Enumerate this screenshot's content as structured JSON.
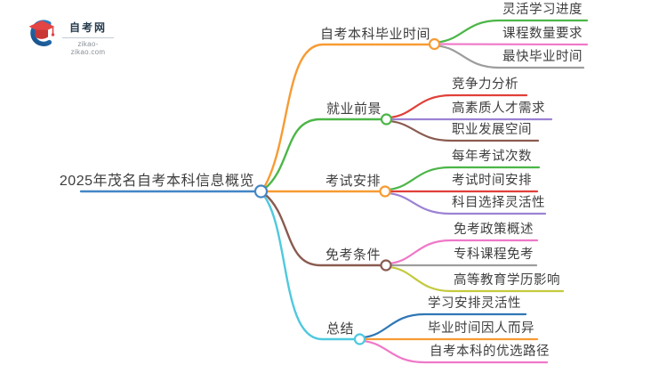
{
  "logo": {
    "site_name": "自考网",
    "site_url": "zikao-zikao.com"
  },
  "palette": {
    "text": "#3e3e3e",
    "background": "#ffffff",
    "logo_blue_dark": "#174f88",
    "logo_blue_light": "#2b7abf",
    "logo_red": "#e34444",
    "logo_red_dark": "#c93636",
    "logo_text": "#24394b",
    "logo_url_text": "#8a9096"
  },
  "mindmap": {
    "center": {
      "label": "2025年茂名自考本科信息概览",
      "color": "#4486c6"
    },
    "branches": [
      {
        "label": "自考本科毕业时间",
        "color": "#f79b33",
        "children": [
          {
            "label": "灵活学习进度",
            "color": "#4cb648"
          },
          {
            "label": "课程数量要求",
            "color": "#ef78c8"
          },
          {
            "label": "最快毕业时间",
            "color": "#9d9d9d"
          }
        ]
      },
      {
        "label": "就业前景",
        "color": "#4cb648",
        "children": [
          {
            "label": "竞争力分析",
            "color": "#e04038"
          },
          {
            "label": "高素质人才需求",
            "color": "#9c82d4"
          },
          {
            "label": "职业发展空间",
            "color": "#8a5b50"
          }
        ]
      },
      {
        "label": "考试安排",
        "color": "#f79b33",
        "children": [
          {
            "label": "每年考试次数",
            "color": "#4cb648"
          },
          {
            "label": "考试时间安排",
            "color": "#e04038"
          },
          {
            "label": "科目选择灵活性",
            "color": "#9c82d4"
          }
        ]
      },
      {
        "label": "免考条件",
        "color": "#8a5b50",
        "children": [
          {
            "label": "免考政策概述",
            "color": "#ef78c8"
          },
          {
            "label": "专科课程免考",
            "color": "#9d9d9d"
          },
          {
            "label": "高等教育学历影响",
            "color": "#c3ca3e"
          }
        ]
      },
      {
        "label": "总结",
        "color": "#4ec9de",
        "children": [
          {
            "label": "学习安排灵活性",
            "color": "#2f77b5"
          },
          {
            "label": "毕业时间因人而异",
            "color": "#f79b33"
          },
          {
            "label": "自考本科的优选路径",
            "color": "#ef78c8"
          }
        ]
      }
    ]
  }
}
